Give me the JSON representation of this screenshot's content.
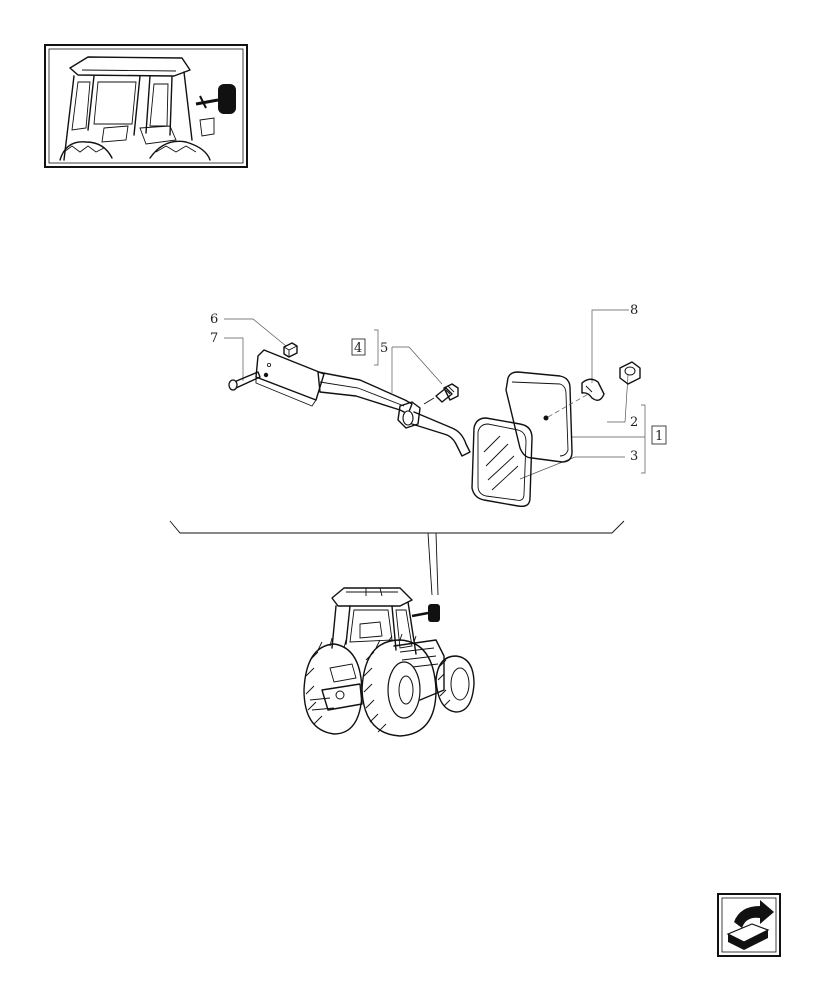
{
  "callouts": {
    "c1": "1",
    "c2": "2",
    "c3": "3",
    "c4": "4",
    "c5": "5",
    "c6": "6",
    "c7": "7",
    "c8": "8"
  },
  "icons": {
    "thumbnail": "tractor-cab-mirror-thumbnail",
    "tractor": "tractor-rear-view-illustration",
    "nav": "next-page-arrow-icon"
  }
}
